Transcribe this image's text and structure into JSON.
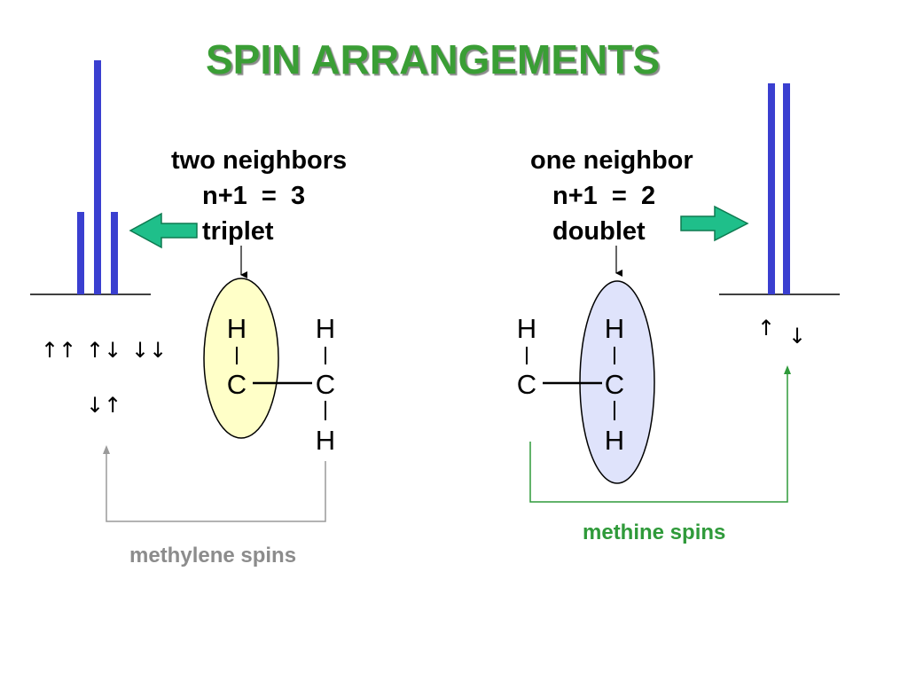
{
  "title": "SPIN ARRANGEMENTS",
  "left": {
    "heading": "two neighbors",
    "rule": "n+1  =  3",
    "multiplicity": "triplet",
    "spins_row1": [
      "↑↑",
      "↑↓",
      "↓↓"
    ],
    "spins_row2": "↓↑",
    "caption": "methylene spins",
    "atoms": {
      "h_top_highlight": "H",
      "c_highlight": "C",
      "h_top_right": "H",
      "c_right": "C",
      "h_bottom_right": "H"
    }
  },
  "right": {
    "heading": "one neighbor",
    "rule": "n+1  =  2",
    "multiplicity": "doublet",
    "spins": [
      "↑",
      "↓"
    ],
    "caption": "methine spins",
    "atoms": {
      "h_top_left": "H",
      "c_left": "C",
      "h_top_highlight": "H",
      "c_highlight": "C",
      "h_bottom_highlight": "H"
    }
  },
  "colors": {
    "title": "#3a9e35",
    "peaks": "#3a3fd0",
    "arrow_fill": "#1fbf8a",
    "left_ellipse": "#ffffc8",
    "right_ellipse": "#dfe3fb",
    "gray_bracket": "#9a9a9a",
    "green_bracket": "#2f9a3a"
  }
}
